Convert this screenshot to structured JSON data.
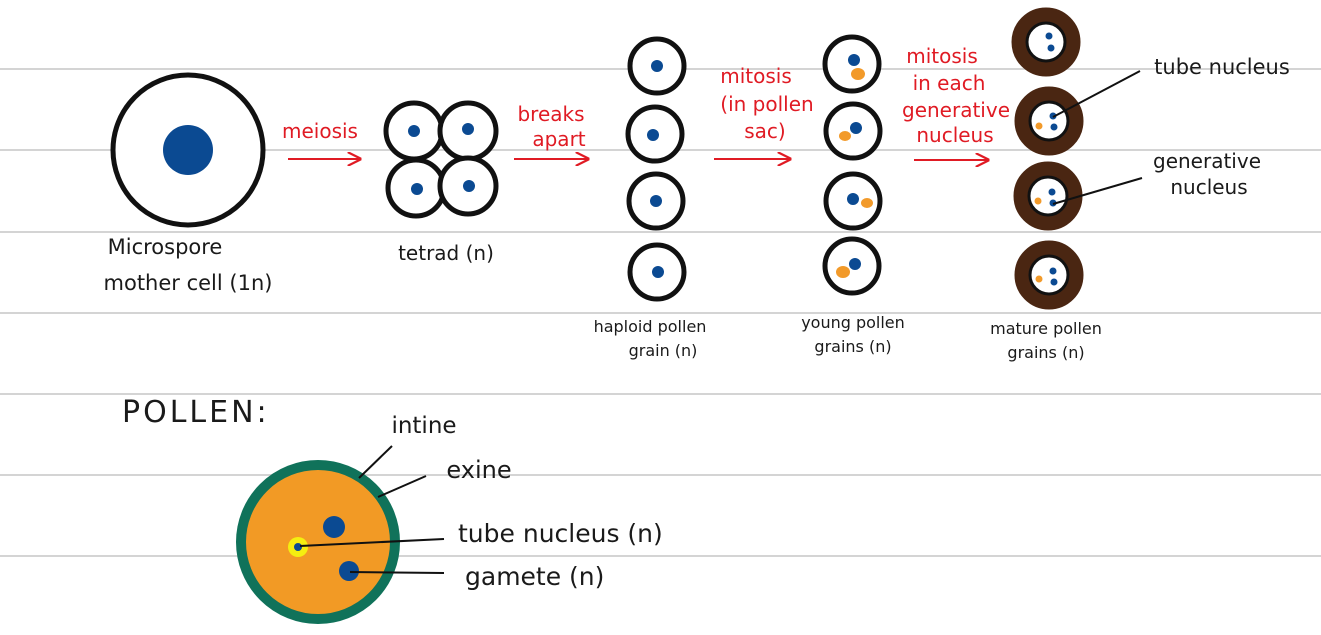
{
  "labels": {
    "mother_cell_line1": "Microspore",
    "mother_cell_line2": "mother cell (1n)",
    "tetrad": "tetrad (n)",
    "haploid_line1": "haploid pollen",
    "haploid_line2": "grain (n)",
    "young_line1": "young pollen",
    "young_line2": "grains (n)",
    "mature_line1": "mature pollen",
    "mature_line2": "grains (n)",
    "tube_nucleus_top": "tube nucleus",
    "generative_line1": "generative",
    "generative_line2": "nucleus"
  },
  "arrows": {
    "meiosis": "meiosis",
    "breaks_line1": "breaks",
    "breaks_line2": "apart",
    "mitosis1_line1": "mitosis",
    "mitosis1_line2": "(in pollen",
    "mitosis1_line3": "sac)",
    "mitosis2_line1": "mitosis",
    "mitosis2_line2": "in each",
    "mitosis2_line3": "generative",
    "mitosis2_line4": "nucleus"
  },
  "pollen": {
    "heading": "POLLEN:",
    "intine": "intine",
    "exine": "exine",
    "tube_nucleus": "tube nucleus (n)",
    "gamete": "gamete (n)"
  },
  "colors": {
    "nucleus_blue": "#0b4a92",
    "generative_orange": "#f29a2a",
    "exine_brown": "#4a2612",
    "pollen_orange": "#f29a25",
    "exine_green": "#10725a",
    "tube_yellow": "#f5ee10",
    "arrow_red": "#e01b24"
  }
}
